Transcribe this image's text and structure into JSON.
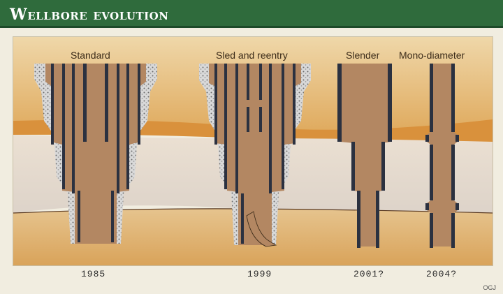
{
  "header": {
    "title": "Wellbore evolution"
  },
  "designs": [
    {
      "name": "Standard",
      "year": "1985"
    },
    {
      "name": "Sled and reentry",
      "year": "1999"
    },
    {
      "name": "Slender",
      "year": "2001?"
    },
    {
      "name": "Mono-diameter",
      "year": "2004?"
    }
  ],
  "credit": "OGJ",
  "colors": {
    "header_green": "#2f6b3c",
    "sky_top": "#e4b877",
    "rock_orange": "#d58d3a",
    "rock_pale": "#e7dcd0",
    "rock_bottom": "#e2bb7c",
    "casing": "#b2865f",
    "steel": "#2b3140"
  }
}
